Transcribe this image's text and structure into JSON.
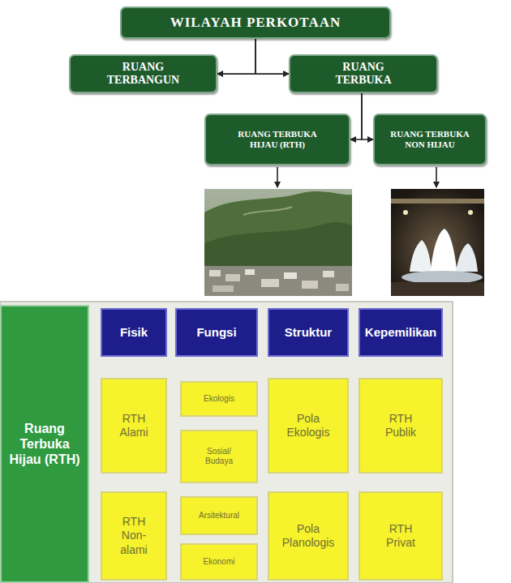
{
  "diagram": {
    "nodes": [
      {
        "text": [
          "WILAYAH PERKOTAAN"
        ]
      },
      {
        "text": [
          "RUANG TERBANGUN"
        ]
      },
      {
        "text": [
          "RUANG TERBUKA"
        ]
      },
      {
        "text": [
          "RUANG TERBUKA HIJAU (RTH)"
        ]
      },
      {
        "text": [
          "RUANG TERBUKA NON HIJAU"
        ]
      },
      {
        "text": [
          "Ruang Terbuka Hijau (RTH)"
        ]
      },
      {
        "text": [
          "Fisik"
        ]
      },
      {
        "text": [
          "Fungsi"
        ]
      },
      {
        "text": [
          "Struktur"
        ]
      },
      {
        "text": [
          "Kepemilikan"
        ]
      },
      {
        "text": [
          "RTH Alami"
        ]
      },
      {
        "text": [
          "RTH Non-alami"
        ]
      },
      {
        "text": [
          "Ekologis"
        ]
      },
      {
        "text": [
          "Sosial/ Budaya"
        ]
      },
      {
        "text": [
          "Arsitektural"
        ]
      },
      {
        "text": [
          "Ekonomi"
        ]
      },
      {
        "text": [
          "Pola Ekologis"
        ]
      },
      {
        "text": [
          "Pola Planologis"
        ]
      },
      {
        "text": [
          "RTH Publik"
        ]
      },
      {
        "text": [
          "RTH Privat"
        ]
      }
    ],
    "edges": [
      {
        "from": 0,
        "to": 1,
        "arrow": "to"
      },
      {
        "from": 0,
        "to": 2,
        "arrow": "to"
      },
      {
        "from": 2,
        "to": 3,
        "arrow": "to"
      },
      {
        "from": 2,
        "to": 4,
        "arrow": "to"
      }
    ]
  }
}
